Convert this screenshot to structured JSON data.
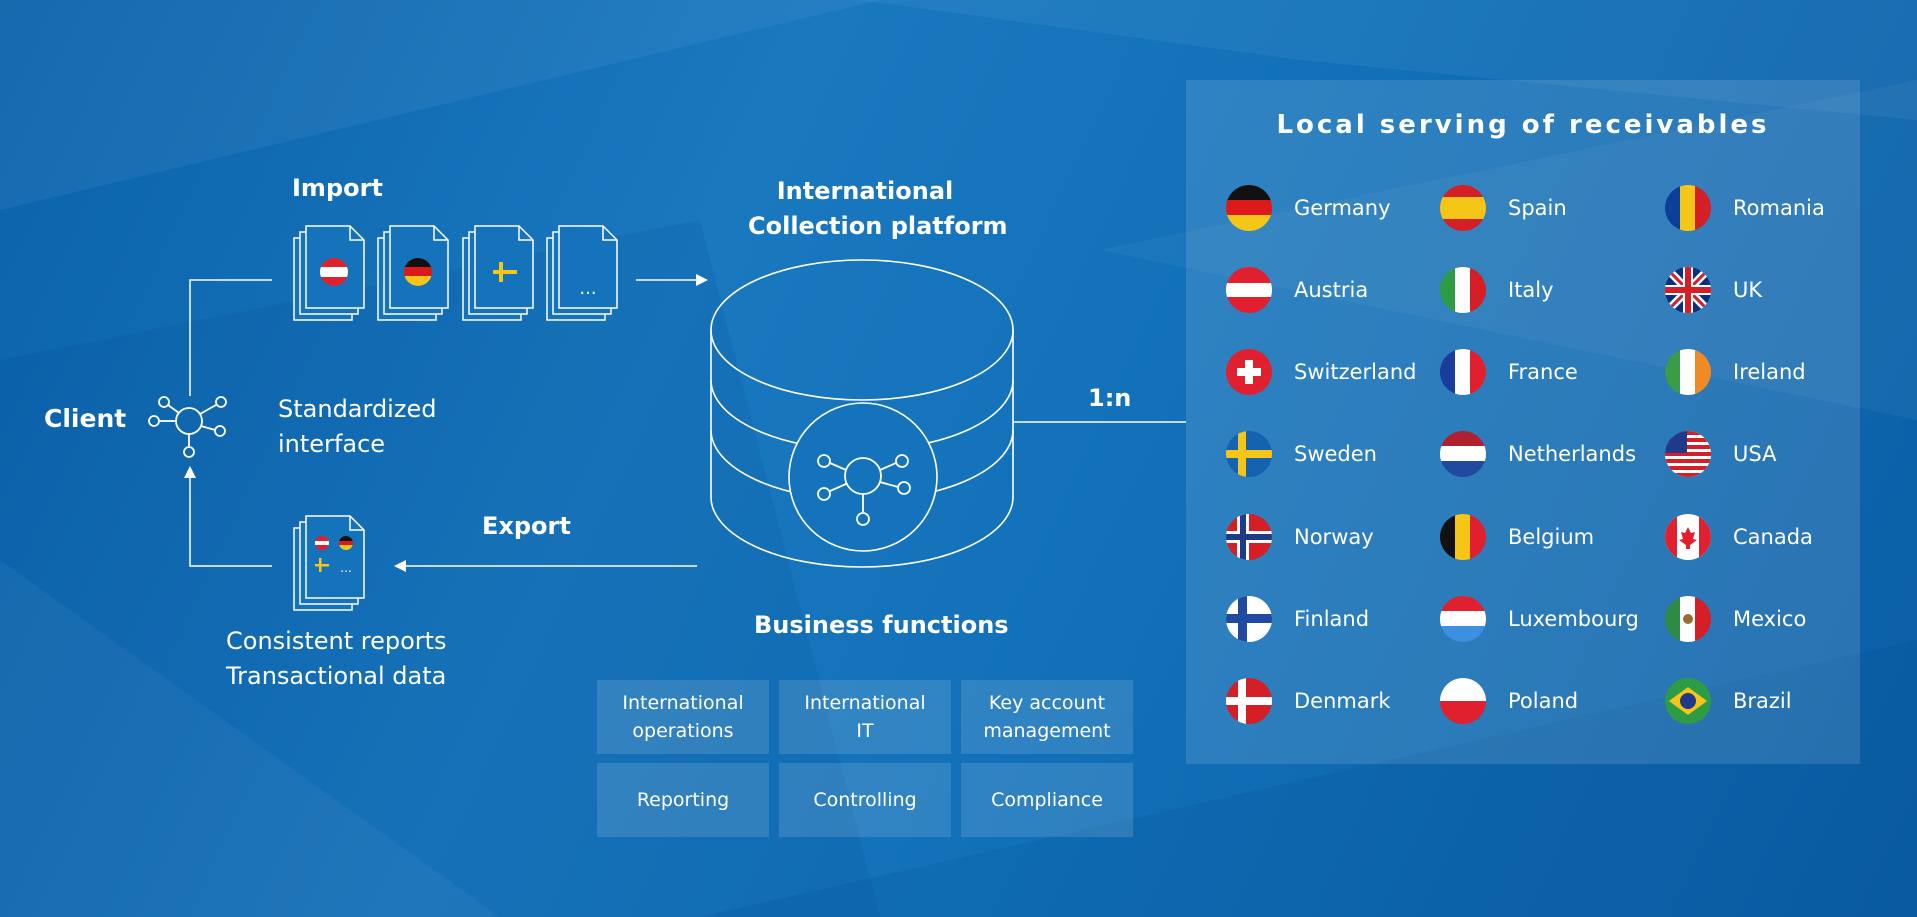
{
  "client": "Client",
  "import_label": "Import",
  "export_label": "Export",
  "platform_title": [
    "International",
    "Collection platform"
  ],
  "interface_label": [
    "Standardized",
    "interface"
  ],
  "reports_label": [
    "Consistent reports",
    "Transactional data"
  ],
  "ratio": "1:n",
  "doc_more": "...",
  "business_functions": {
    "title": "Business functions",
    "items": [
      "International\noperations",
      "International\nIT",
      "Key account\nmanagement",
      "Reporting",
      "Controlling",
      "Compliance"
    ]
  },
  "panel": {
    "title": "Local serving of receivables",
    "countries": [
      {
        "name": "Germany",
        "flag": "germany"
      },
      {
        "name": "Spain",
        "flag": "spain"
      },
      {
        "name": "Romania",
        "flag": "romania"
      },
      {
        "name": "Austria",
        "flag": "austria"
      },
      {
        "name": "Italy",
        "flag": "italy"
      },
      {
        "name": "UK",
        "flag": "uk"
      },
      {
        "name": "Switzerland",
        "flag": "switzerland"
      },
      {
        "name": "France",
        "flag": "france"
      },
      {
        "name": "Ireland",
        "flag": "ireland"
      },
      {
        "name": "Sweden",
        "flag": "sweden"
      },
      {
        "name": "Netherlands",
        "flag": "netherlands"
      },
      {
        "name": "USA",
        "flag": "usa"
      },
      {
        "name": "Norway",
        "flag": "norway"
      },
      {
        "name": "Belgium",
        "flag": "belgium"
      },
      {
        "name": "Canada",
        "flag": "canada"
      },
      {
        "name": "Finland",
        "flag": "finland"
      },
      {
        "name": "Luxembourg",
        "flag": "luxembourg"
      },
      {
        "name": "Mexico",
        "flag": "mexico"
      },
      {
        "name": "Denmark",
        "flag": "denmark"
      },
      {
        "name": "Poland",
        "flag": "poland"
      },
      {
        "name": "Brazil",
        "flag": "brazil"
      }
    ]
  },
  "colors": {
    "background": "#0b66ae",
    "line": "#ffffff"
  }
}
